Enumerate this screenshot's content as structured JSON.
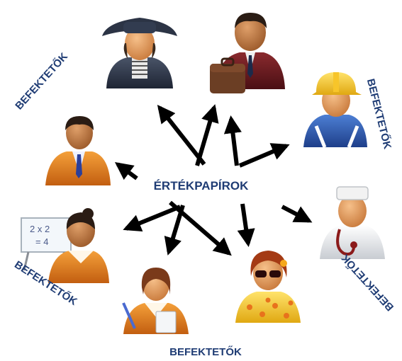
{
  "center": {
    "label": "ÉRTÉKPAPÍROK"
  },
  "labels": [
    {
      "id": "top-left",
      "text": "BEFEKTETŐK"
    },
    {
      "id": "right-upper",
      "text": "BEFEKTETŐK"
    },
    {
      "id": "left-lower",
      "text": "BEFEKTETŐK"
    },
    {
      "id": "right-lower",
      "text": "BEFEKTETŐK"
    },
    {
      "id": "bottom",
      "text": "BEFEKTETŐK"
    }
  ],
  "whiteboard": {
    "line1": "2 x 2",
    "line2": "= 4"
  },
  "people": [
    {
      "name": "woman-with-hat-icon",
      "role": "woman with hat"
    },
    {
      "name": "businessman-briefcase-icon",
      "role": "businessman with briefcase"
    },
    {
      "name": "construction-worker-icon",
      "role": "construction worker"
    },
    {
      "name": "office-worker-icon",
      "role": "office worker"
    },
    {
      "name": "doctor-icon",
      "role": "doctor"
    },
    {
      "name": "teacher-icon",
      "role": "teacher"
    },
    {
      "name": "writer-icon",
      "role": "woman writing"
    },
    {
      "name": "woman-sunglasses-icon",
      "role": "woman with sunglasses"
    }
  ],
  "colors": {
    "label": "#1f3c74",
    "arrow": "#000000"
  }
}
